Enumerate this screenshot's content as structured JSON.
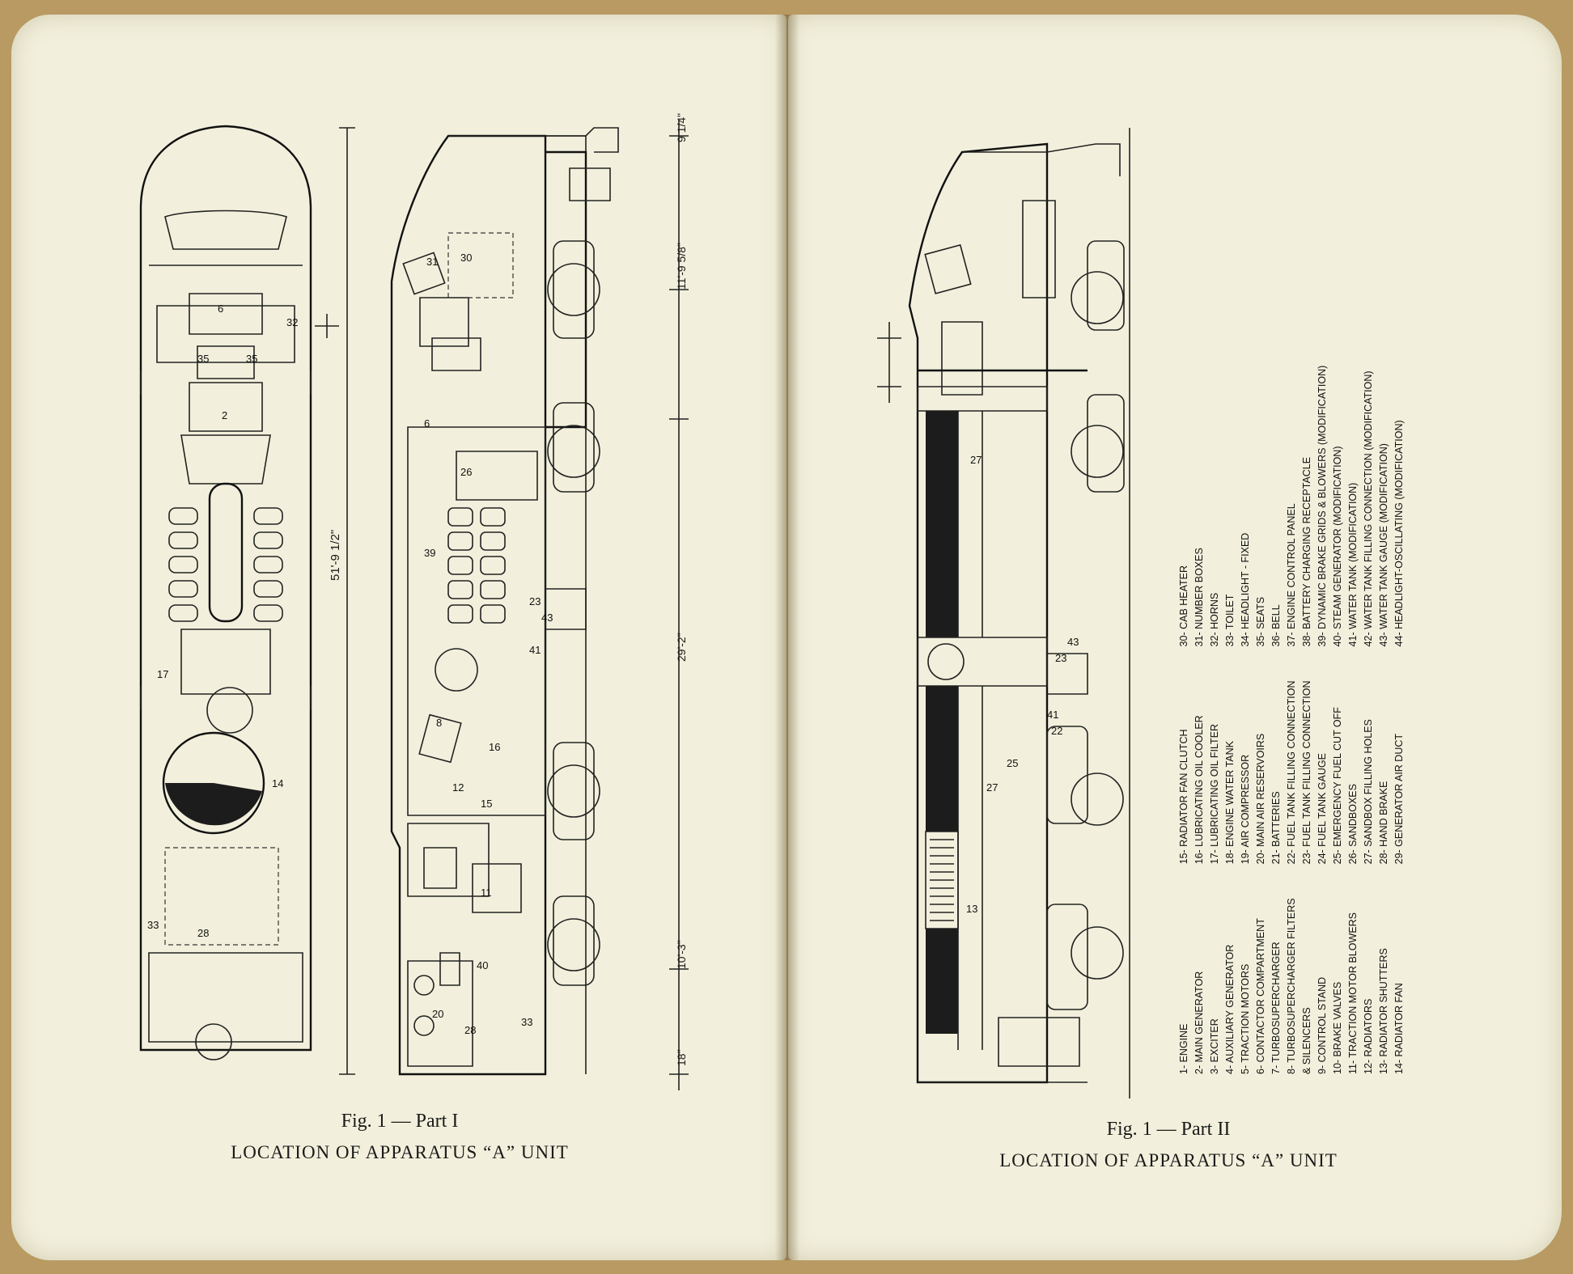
{
  "left_page": {
    "figure_label": "Fig. 1 — Part I",
    "title": "LOCATION OF APPARATUS “A” UNIT",
    "dimensions": [
      "51'-9 1/2\"",
      "29'-2\"",
      "11'-9 5/8\"",
      "9 1/4\"",
      "10'-3\"",
      "18\""
    ]
  },
  "right_page": {
    "figure_label": "Fig. 1 — Part II",
    "title": "LOCATION OF APPARATUS “A” UNIT",
    "legend_columns": [
      [
        "1- ENGINE",
        "2- MAIN GENERATOR",
        "3- EXCITER",
        "4- AUXILIARY GENERATOR",
        "5- TRACTION MOTORS",
        "6- CONTACTOR COMPARTMENT",
        "7- TURBOSUPERCHARGER",
        "8- TURBOSUPERCHARGER FILTERS",
        "   & SILENCERS",
        "9- CONTROL STAND",
        "10- BRAKE VALVES",
        "11- TRACTION MOTOR BLOWERS",
        "12- RADIATORS",
        "13- RADIATOR SHUTTERS",
        "14- RADIATOR FAN"
      ],
      [
        "15- RADIATOR FAN CLUTCH",
        "16- LUBRICATING OIL COOLER",
        "17- LUBRICATING OIL FILTER",
        "18- ENGINE WATER TANK",
        "19- AIR COMPRESSOR",
        "20- MAIN AIR RESERVOIRS",
        "21- BATTERIES",
        "22- FUEL TANK FILLING CONNECTION",
        "23- FUEL TANK FILLING CONNECTION",
        "24- FUEL TANK GAUGE",
        "25- EMERGENCY FUEL CUT OFF",
        "26- SANDBOXES",
        "27- SANDBOX FILLING HOLES",
        "28- HAND BRAKE",
        "29- GENERATOR AIR DUCT"
      ],
      [
        "30- CAB HEATER",
        "31- NUMBER BOXES",
        "32- HORNS",
        "33- TOILET",
        "34- HEADLIGHT - FIXED",
        "35- SEATS",
        "36- BELL",
        "37- ENGINE CONTROL PANEL",
        "38- BATTERY CHARGING RECEPTACLE",
        "39- DYNAMIC BRAKE GRIDS & BLOWERS (MODIFICATION)",
        "40- STEAM GENERATOR (MODIFICATION)",
        "41- WATER TANK (MODIFICATION)",
        "42- WATER TANK FILLING CONNECTION (MODIFICATION)",
        "43- WATER TANK GAUGE (MODIFICATION)",
        "44- HEADLIGHT-OSCILLATING (MODIFICATION)"
      ]
    ]
  }
}
